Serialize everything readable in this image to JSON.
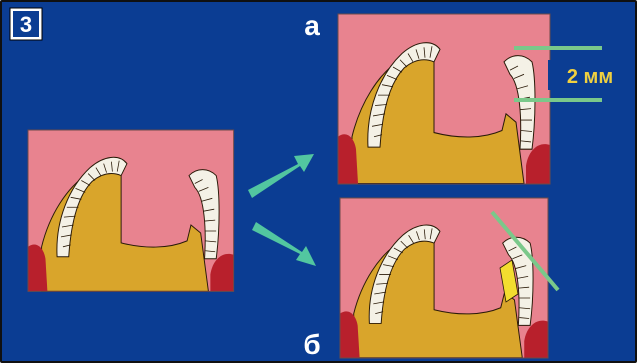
{
  "figure": {
    "number_badge": "3",
    "label_a": "а",
    "label_b": "б",
    "measurement": "2 мм"
  },
  "colors": {
    "background": "#0b3d93",
    "gum": "#e8838f",
    "dentin": "#d9a52b",
    "enamel": "#f4f1e6",
    "gingiva_red": "#b8202c",
    "arrow": "#52c6a0",
    "marker_line": "#7ac88a",
    "measure_text": "#f0d040",
    "restoration": "#f3dd2f"
  }
}
